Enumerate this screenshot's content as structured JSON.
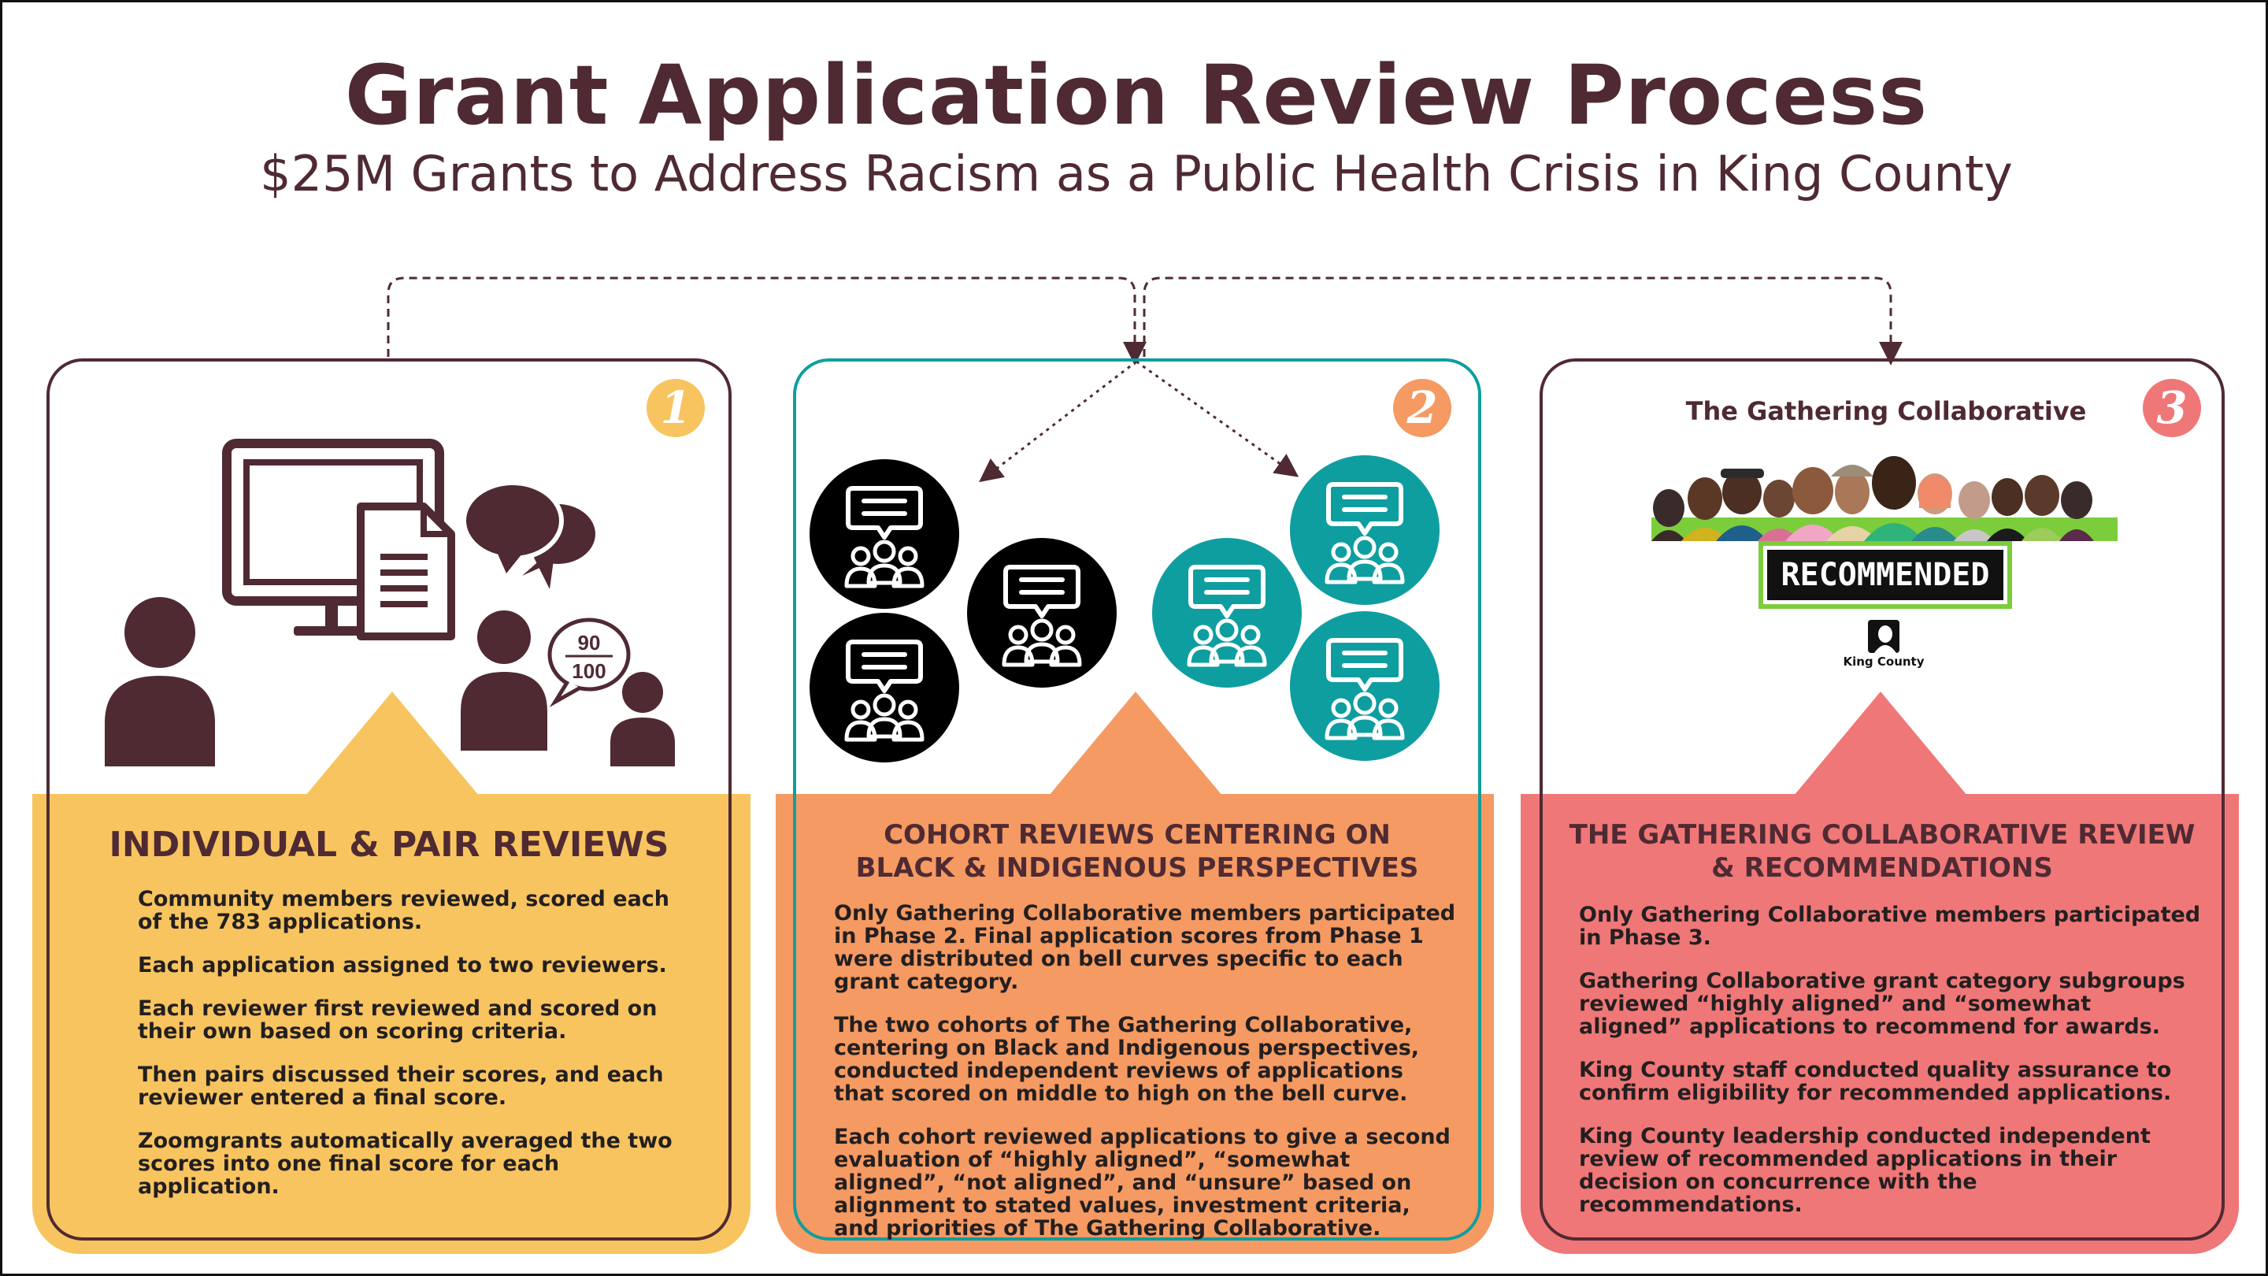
{
  "header": {
    "title": "Grant Application Review Process",
    "subtitle": "$25M Grants to Address Racism as a Public Health Crisis in King County"
  },
  "colors": {
    "maroon": "#4f2a33",
    "yellow": "#f8c45f",
    "orange": "#f59a62",
    "coral": "#f07777",
    "teal": "#0e9ea0",
    "black": "#000000"
  },
  "phases": [
    {
      "number": "1",
      "heading_lines": [
        "INDIVIDUAL & PAIR REVIEWS"
      ],
      "paragraphs": [
        "Community members reviewed, scored each of the 783 applications.",
        "Each application assigned to two reviewers.",
        "Each reviewer first reviewed and scored on their own based on scoring criteria.",
        "Then pairs discussed their scores, and each reviewer entered a final score.",
        "Zoomgrants automatically averaged the two scores into one final score for each application."
      ],
      "icons": [
        "person-icon",
        "computer-monitor-icon",
        "document-icon",
        "chat-bubbles-icon",
        "score-bubble-icon"
      ],
      "score": {
        "numerator": "90",
        "denominator": "100"
      }
    },
    {
      "number": "2",
      "heading_lines": [
        "COHORT REVIEWS CENTERING ON",
        "BLACK & INDIGENOUS PERSPECTIVES"
      ],
      "paragraphs": [
        "Only Gathering Collaborative members participated in Phase 2. Final application scores from Phase 1 were distributed on bell curves specific to each grant category.",
        "The two cohorts of The Gathering Collaborative, centering on Black and Indigenous perspectives, conducted independent reviews of applications that scored on middle to high on the bell curve.",
        "Each cohort reviewed applications to give a second evaluation of “highly aligned”, “somewhat aligned”, “not aligned”, and “unsure” based on alignment to stated values, investment criteria, and priorities of The Gathering Collaborative."
      ],
      "icons": [
        "group-chat-icon"
      ]
    },
    {
      "number": "3",
      "heading_lines": [
        "THE GATHERING COLLABORATIVE REVIEW",
        "& RECOMMENDATIONS"
      ],
      "collaborative_title": "The Gathering Collaborative",
      "stamp": "RECOMMENDED",
      "logo_label": "King County",
      "paragraphs": [
        "Only Gathering Collaborative members participated in Phase 3.",
        "Gathering Collaborative grant category subgroups reviewed “highly aligned” and “somewhat aligned” applications to recommend for awards.",
        "King County staff conducted quality assurance to confirm eligibility for recommended applications.",
        "King County leadership conducted independent review of recommended applications in their decision on concurrence with the recommendations."
      ],
      "icons": [
        "people-group-illustration",
        "king-county-logo-icon"
      ]
    }
  ]
}
